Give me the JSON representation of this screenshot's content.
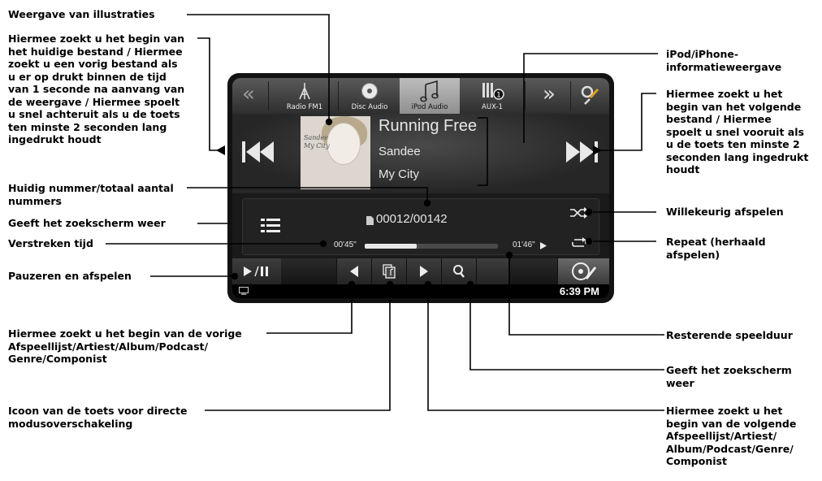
{
  "callouts": {
    "illustration_view": "Weergave van illustraties",
    "prev_file": [
      "Hiermee zoekt u het begin van",
      "het huidige bestand / Hiermee",
      "zoekt u een vorig bestand als",
      "u er op drukt binnen de tijd",
      "van 1 seconde na aanvang van",
      "de weergave / Hiermee spoelt",
      "u snel achteruit als u de toets",
      "ten minste 2 seconden lang",
      "ingedrukt houdt"
    ],
    "track_count": [
      "Huidig nummer/totaal aantal",
      "nummers"
    ],
    "search_left": "Geeft het zoekscherm weer",
    "elapsed": "Verstreken tijd",
    "pause_play": "Pauzeren en afspelen",
    "prev_playlist": [
      "Hiermee zoekt u het begin van de vorige",
      "Afspeellijst/Artiest/Album/Podcast/",
      "Genre/Componist"
    ],
    "mode_switch": [
      "Icoon van de toets voor directe",
      "modusoverschakeling"
    ],
    "ipod_info": [
      "iPod/iPhone-",
      "informatieweergave"
    ],
    "next_file": [
      "Hiermee zoekt u het",
      "begin van het volgende",
      "bestand / Hiermee",
      "spoelt u snel vooruit als",
      "u de toets ten minste 2",
      "seconden lang ingedrukt",
      "houdt"
    ],
    "shuffle": "Willekeurig afspelen",
    "repeat": [
      "Repeat (herhaald",
      "afspelen)"
    ],
    "remaining": "Resterende speelduur",
    "search_right": [
      "Geeft het zoekscherm",
      "weer"
    ],
    "next_playlist": [
      "Hiermee zoekt u het",
      "begin van de volgende",
      "Afspeellijst/Artiest/",
      "Album/Podcast/Genre/",
      "Componist"
    ]
  },
  "sources": [
    {
      "label": "Radio FM1",
      "icon": "antenna-icon"
    },
    {
      "label": "Disc Audio",
      "icon": "disc-icon"
    },
    {
      "label": "iPod Audio",
      "icon": "music-note-icon",
      "selected": true
    },
    {
      "label": "AUX-1",
      "icon": "aux-jack-icon"
    }
  ],
  "album_art_text": [
    "Sandee",
    "My City"
  ],
  "track": {
    "title": "Running Free",
    "artist": "Sandee",
    "album": "My City"
  },
  "track_counter": "00012/00142",
  "time": {
    "elapsed": "00'45\"",
    "remaining": "01'46\"",
    "progress": 0.39
  },
  "clock": "6:39 PM",
  "colors": {
    "screen_bg": "#1a1a1a",
    "selected_tab": "#a8a8a8",
    "text": "#e6e6e6"
  }
}
